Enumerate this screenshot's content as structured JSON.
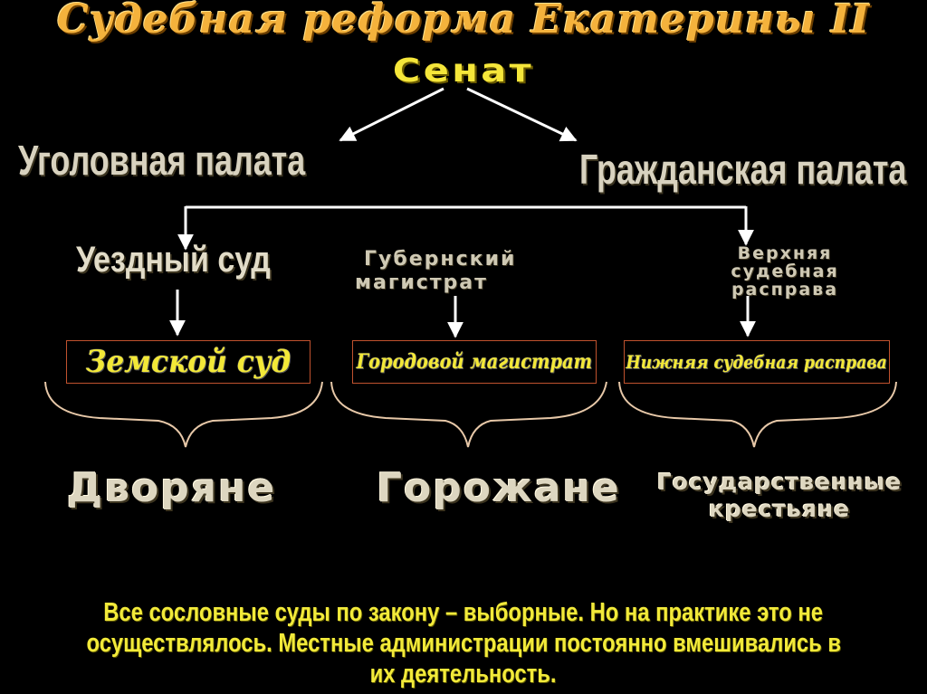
{
  "title": "Судебная реформа Екатерины II",
  "top": "Сенат",
  "chambers": {
    "criminal": "Уголовная палата",
    "civil": "Гражданская палата"
  },
  "upper_courts": {
    "uezd": "Уездный суд",
    "gubernia_line1": "Губернский",
    "gubernia_line2": "магистрат",
    "raspr_line1": "Верхняя",
    "raspr_line2": "судебная",
    "raspr_line3": "расправа"
  },
  "lower_courts": {
    "zemsky": "Земской суд",
    "gorodovoy": "Городовой магистрат",
    "nizhnyaya": "Нижняя судебная расправа"
  },
  "estates": {
    "nobles": "Дворяне",
    "townspeople": "Горожане",
    "peasants_line1": "Государственные",
    "peasants_line2": "крестьяне"
  },
  "note": {
    "line1": "Все сословные суды  по закону – выборные. Но на практике это не",
    "line2": "осуществлялось. Местные администрации постоянно вмешивались в",
    "line3": "их деятельность."
  },
  "colors": {
    "background": "#000000",
    "title": "#f4b23c",
    "accent_yellow": "#f3e837",
    "box_border": "#c0522e",
    "brace": "#e7c8a8"
  }
}
